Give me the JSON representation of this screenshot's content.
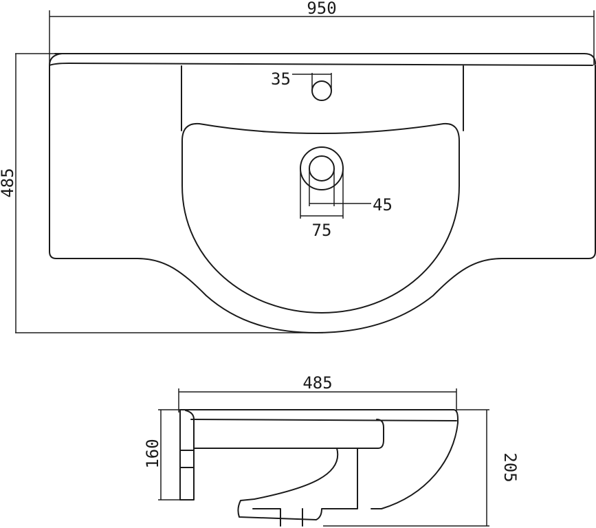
{
  "plan_view": {
    "width_label": "950",
    "depth_label": "485",
    "tap_hole_label": "35",
    "waste_inner_label": "45",
    "waste_outer_label": "75"
  },
  "side_view": {
    "depth_label": "485",
    "height_left_label": "160",
    "height_right_label": "205"
  }
}
